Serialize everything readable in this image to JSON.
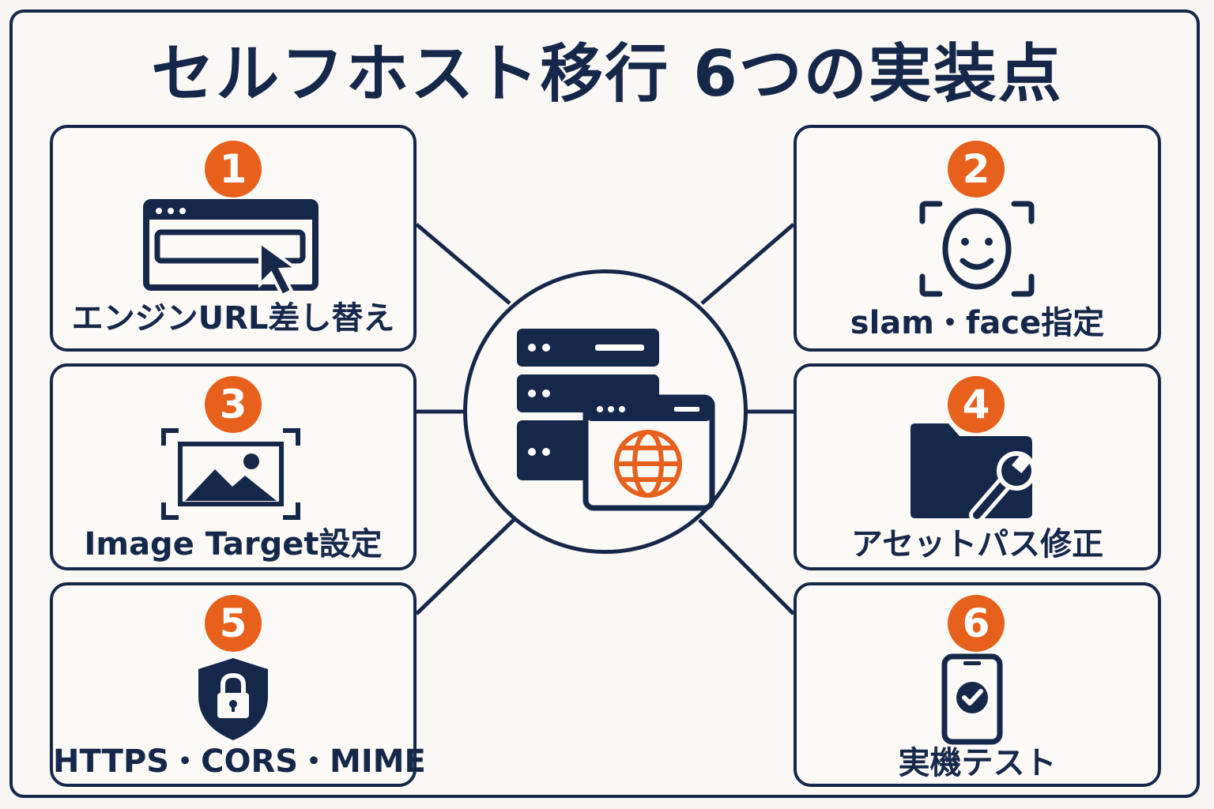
{
  "title": "セルフホスト移行 6つの実装点",
  "colors": {
    "navy": "#16284a",
    "accent": "#e8611c",
    "background": "#f9f8f4"
  },
  "hub": {
    "icon": "server-web-globe-icon"
  },
  "steps": [
    {
      "number": "1",
      "label": "エンジンURL差し替え",
      "icon": "browser-cursor-icon"
    },
    {
      "number": "2",
      "label": "slam・face指定",
      "icon": "face-scan-icon"
    },
    {
      "number": "3",
      "label": "Image Target設定",
      "icon": "image-target-icon"
    },
    {
      "number": "4",
      "label": "アセットパス修正",
      "icon": "folder-wrench-icon"
    },
    {
      "number": "5",
      "label": "HTTPS・CORS・MIME",
      "icon": "shield-lock-icon"
    },
    {
      "number": "6",
      "label": "実機テスト",
      "icon": "phone-check-icon"
    }
  ]
}
